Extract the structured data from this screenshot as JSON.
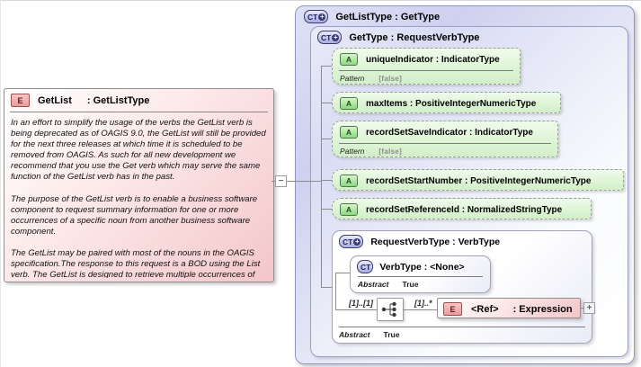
{
  "colors": {
    "element_pink": "#f3c6c9",
    "attribute_green": "#dcf4d4",
    "complextype_lavender": "#cdd1ee"
  },
  "element_box": {
    "icon": "E",
    "name": "GetList",
    "type_suffix": ": GetListType",
    "doc": [
      "In an effort to simplify the usage of the verbs the GetList verb is being deprecated as of OAGIS 9.0, the GetList will still be provided for the next three releases at which time it is scheduled to be removed from OAGIS. As such for all new development we recommend that you use the Get verb which may serve the same function of the GetList verb has in the past.",
      "The purpose of the GetList verb is to enable a business software component to request summary information for one or more occurrences of a specific noun from another business software component.",
      "The GetList may be paired with most of the nouns in the OAGIS specification.The response to this request is a BOD using the List verb. The GetList is designed to retrieve multiple occurrences of data such as all of the sales orders or all of the purchase orders within a requested range.  It does not require an exact match of the key fields in order to retrieve information.  It may use a range selection criteria with a \"from\" and \"to\" selection capability.  This behavior is quite different from the Get"
    ]
  },
  "connector": {
    "collapse_glyph": "−"
  },
  "outer_box": {
    "icon": "CT",
    "icon_plus": "+",
    "title": "GetListType : GetType"
  },
  "inner_box": {
    "icon": "CT",
    "icon_plus": "+",
    "title": "GetType : RequestVerbType"
  },
  "attributes": [
    {
      "icon": "A",
      "label": "uniqueIndicator : IndicatorType",
      "facet_name": "Pattern",
      "facet_value": "[false]"
    },
    {
      "icon": "A",
      "label": "maxItems : PositiveIntegerNumericType"
    },
    {
      "icon": "A",
      "label": "recordSetSaveIndicator : IndicatorType",
      "facet_name": "Pattern",
      "facet_value": "[false]"
    },
    {
      "icon": "A",
      "label": "recordSetStartNumber : PositiveIntegerNumericType"
    },
    {
      "icon": "A",
      "label": "recordSetReferenceId : NormalizedStringType"
    }
  ],
  "verb_box": {
    "icon": "CT",
    "icon_plus": "+",
    "title": "RequestVerbType : VerbType",
    "verbtype": {
      "icon": "CT",
      "title": "VerbType : <None>",
      "abstract_label": "Abstract",
      "abstract_value": "True"
    },
    "cardinality_left": "[1]..[1]",
    "cardinality_right": "[1]..*",
    "ref_element": {
      "icon": "E",
      "name": "<Ref>",
      "type_suffix": ": Expression",
      "expand_glyph": "+"
    },
    "abstract_label": "Abstract",
    "abstract_value": "True"
  }
}
